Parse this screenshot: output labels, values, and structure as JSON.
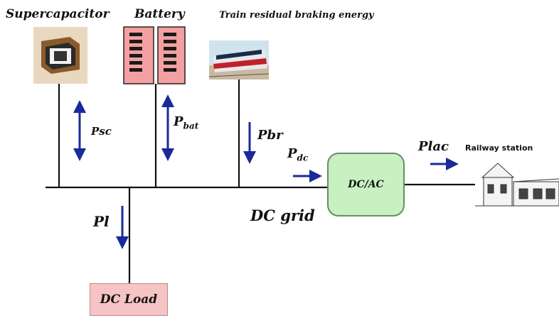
{
  "labels": {
    "supercapacitor": "Supercapacitor",
    "battery": "Battery",
    "train": "Train residual braking energy",
    "railway_station": "Railway station",
    "dc_grid": "DC grid"
  },
  "flows": {
    "psc_main": "P",
    "psc_sub": "sc",
    "pbat_main": "P",
    "pbat_sub": "bat",
    "pbr": "Pbr",
    "pdc_main": "P",
    "pdc_sub": "dc",
    "plac": "Plac",
    "pl": "Pl"
  },
  "boxes": {
    "converter": "DC/AC",
    "load": "DC Load"
  },
  "colors": {
    "arrow": "#1a2a9a",
    "battery_fill": "#f4a0a0",
    "converter_fill": "#c8f0c0",
    "load_fill": "#f6c4c4"
  }
}
